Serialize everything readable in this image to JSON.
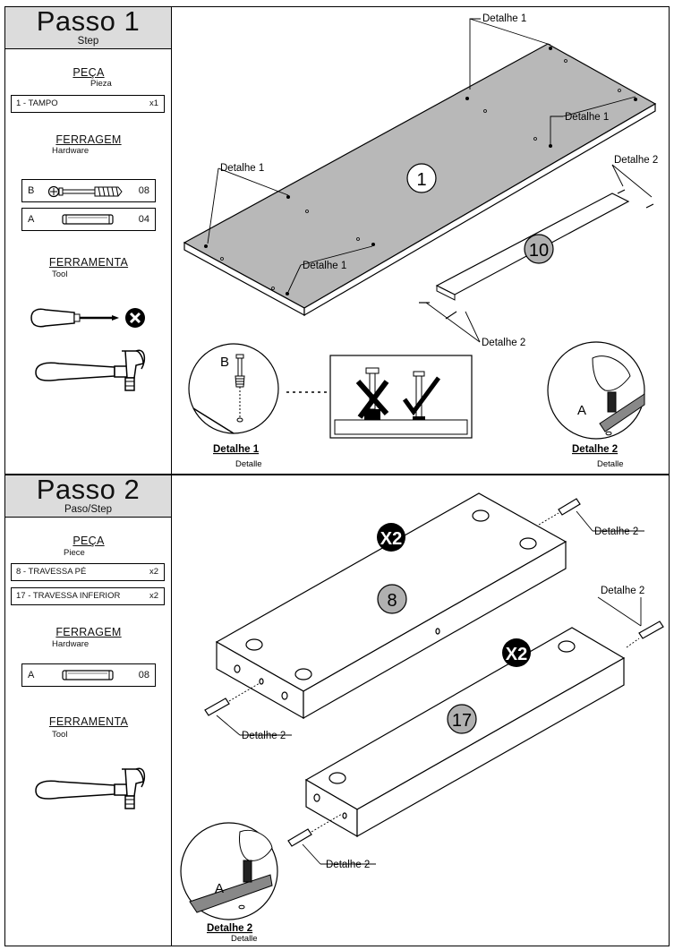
{
  "step1": {
    "title": "Passo 1",
    "subtitle": "Step",
    "parts_heading": "PEÇA",
    "parts_sub": "Pieza",
    "parts": [
      {
        "label": "1 - TAMPO",
        "qty": "x1"
      }
    ],
    "hardware_heading": "FERRAGEM",
    "hardware_sub": "Hardware",
    "hardware": [
      {
        "letter": "B",
        "icon": "screw-icon",
        "qty": "08"
      },
      {
        "letter": "A",
        "icon": "dowel-icon",
        "qty": "04"
      }
    ],
    "tools_heading": "FERRAMENTA",
    "tools_sub": "Tool",
    "tools": [
      "screwdriver-icon",
      "forbidden-icon",
      "hammer-icon"
    ],
    "diagram": {
      "panel_number": "1",
      "shelf_number": "10",
      "callout_detail1": "Detalhe 1",
      "callout_detail2": "Detalhe 2",
      "inset_B_letter": "B",
      "inset_A_letter": "A",
      "caption_detail1_title": "Detalhe 1",
      "caption_detail1_sub": "Detalle",
      "caption_detail2_title": "Detalhe 2",
      "caption_detail2_sub": "Detalle"
    }
  },
  "step2": {
    "title": "Passo 2",
    "subtitle": "Paso/Step",
    "parts_heading": "PEÇA",
    "parts_sub": "Piece",
    "parts": [
      {
        "label": "8 - TRAVESSA PÉ",
        "qty": "x2"
      },
      {
        "label": "17 - TRAVESSA INFERIOR",
        "qty": "x2"
      }
    ],
    "hardware_heading": "FERRAGEM",
    "hardware_sub": "Hardware",
    "hardware": [
      {
        "letter": "A",
        "icon": "dowel-icon",
        "qty": "08"
      }
    ],
    "tools_heading": "FERRAMENTA",
    "tools_sub": "Tool",
    "tools": [
      "hammer-icon"
    ],
    "diagram": {
      "piece8_number": "8",
      "piece17_number": "17",
      "multiplier": "X2",
      "callout_detail2": "Detalhe 2",
      "inset_A_letter": "A",
      "caption_detail2_title": "Detalhe 2",
      "caption_detail2_sub": "Detalle"
    }
  },
  "colors": {
    "title_bg": "#dcdcdc",
    "panel_fill": "#b8b8b8",
    "number_fill": "#b0b0b0",
    "badge_fill": "#000000"
  }
}
